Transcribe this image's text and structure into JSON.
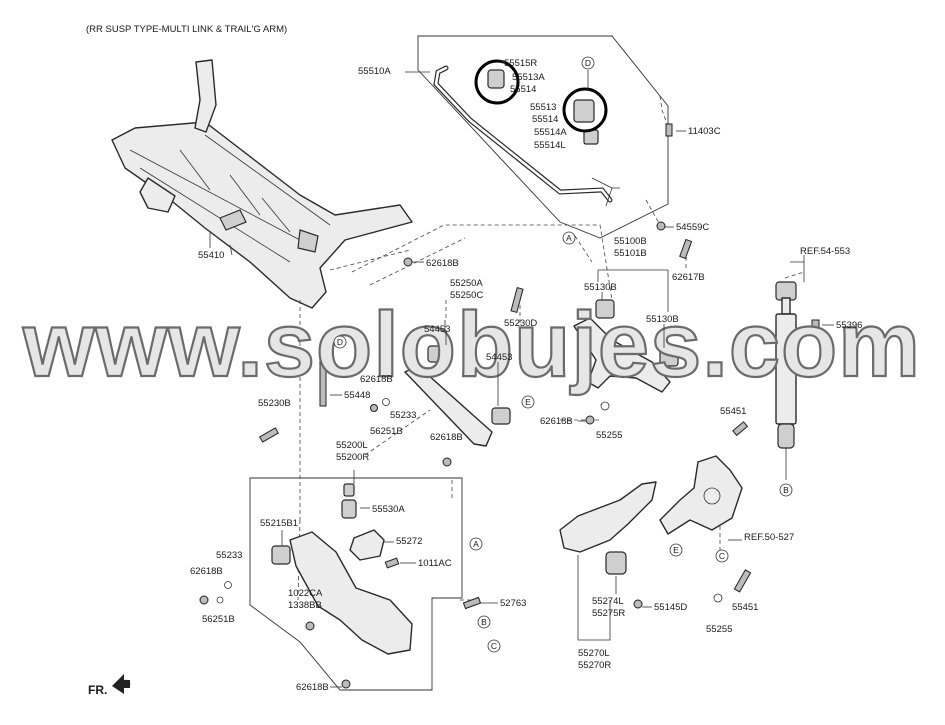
{
  "header": "(RR SUSP TYPE-MULTI LINK & TRAIL'G ARM)",
  "watermark": "www.solobujes.com",
  "front_label": "FR.",
  "parts": {
    "p55510A": "55510A",
    "p55515R": "55515R",
    "p55513A_top": "55513A",
    "p55514_top": "55514",
    "p55513": "55513",
    "p55514": "55514",
    "p55514A": "55514A",
    "p55514L": "55514L",
    "p11403C": "11403C",
    "p54559C": "54559C",
    "p55100B": "55100B",
    "p55101B": "55101B",
    "p62617B": "62617B",
    "ref54553": "REF.54-553",
    "p55410": "55410",
    "p62618B_a": "62618B",
    "p55250A": "55250A",
    "p55250C": "55250C",
    "p54453_a": "54453",
    "p55230D": "55230D",
    "p54453_b": "54453",
    "p55130B_a": "55130B",
    "p55130B_b": "55130B",
    "p55396": "55396",
    "p62618B_b": "62618B",
    "p55448": "55448",
    "p55233_a": "55233",
    "p56251B_a": "56251B",
    "p55230B": "55230B",
    "p62618B_c": "62618B",
    "p62618B_d": "62618B",
    "p55255_a": "55255",
    "p55451_a": "55451",
    "p55200L": "55200L",
    "p55200R": "55200R",
    "p55530A": "55530A",
    "p55215B1": "55215B1",
    "p55272": "55272",
    "p55233_b": "55233",
    "p1011AC": "1011AC",
    "p62618B_e": "62618B",
    "p56251B_b": "56251B",
    "p1022CA": "1022CA",
    "p1338BB": "1338BB",
    "p52763": "52763",
    "p62618B_f": "62618B",
    "ref50527": "REF.50-527",
    "p55274L": "55274L",
    "p55275R": "55275R",
    "p55145D": "55145D",
    "p55451_b": "55451",
    "p55255_b": "55255",
    "p55270L": "55270L",
    "p55270R": "55270R"
  },
  "callouts": {
    "A": "A",
    "B": "B",
    "C": "C",
    "D": "D",
    "E": "E"
  }
}
